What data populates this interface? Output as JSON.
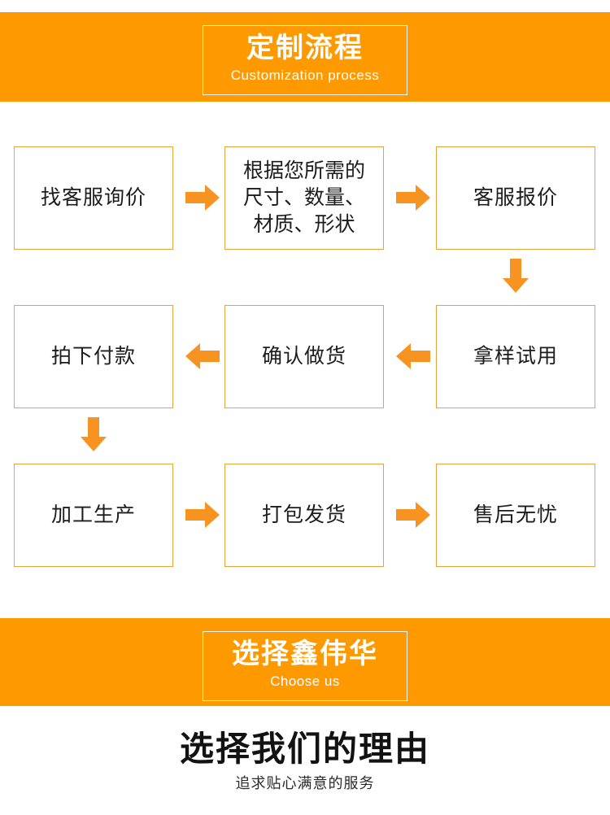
{
  "theme": {
    "orange": "#ff9900",
    "box_border": "#e8a33d",
    "arrow_color": "#f79421",
    "text_dark": "#1c1c1c",
    "banner_text": "#ffffff",
    "page_background": "#ffffff"
  },
  "banners": {
    "top": {
      "title": "定制流程",
      "subtitle": "Customization process"
    },
    "bottom": {
      "title": "选择鑫伟华",
      "subtitle": "Choose us"
    }
  },
  "flow": {
    "steps": [
      {
        "id": "step-1",
        "label": "找客服询价"
      },
      {
        "id": "step-2",
        "label": "根据您所需的尺寸、数量、材质、形状",
        "lines": [
          "根据您所需的",
          "尺寸、数量、",
          "材质、形状"
        ]
      },
      {
        "id": "step-3",
        "label": "客服报价"
      },
      {
        "id": "step-4",
        "label": "拿样试用"
      },
      {
        "id": "step-5",
        "label": "确认做货"
      },
      {
        "id": "step-6",
        "label": "拍下付款"
      },
      {
        "id": "step-7",
        "label": "加工生产"
      },
      {
        "id": "step-8",
        "label": "打包发货"
      },
      {
        "id": "step-9",
        "label": "售后无忧"
      }
    ],
    "connectors": [
      {
        "id": "arrow-1-2",
        "icon": "arrow-right-icon",
        "direction": "right",
        "from": "找客服询价",
        "to": "根据您所需的尺寸、数量、材质、形状"
      },
      {
        "id": "arrow-2-3",
        "icon": "arrow-right-icon",
        "direction": "right",
        "from": "根据您所需的尺寸、数量、材质、形状",
        "to": "客服报价"
      },
      {
        "id": "arrow-3-4",
        "icon": "arrow-down-icon",
        "direction": "down",
        "from": "客服报价",
        "to": "拿样试用"
      },
      {
        "id": "arrow-5-4",
        "icon": "arrow-left-icon",
        "direction": "left",
        "from": "拿样试用",
        "to": "确认做货"
      },
      {
        "id": "arrow-6-5",
        "icon": "arrow-left-icon",
        "direction": "left",
        "from": "确认做货",
        "to": "拍下付款"
      },
      {
        "id": "arrow-6-7",
        "icon": "arrow-down-icon",
        "direction": "down",
        "from": "拍下付款",
        "to": "加工生产"
      },
      {
        "id": "arrow-7-8",
        "icon": "arrow-right-icon",
        "direction": "right",
        "from": "加工生产",
        "to": "打包发货"
      },
      {
        "id": "arrow-8-9",
        "icon": "arrow-right-icon",
        "direction": "right",
        "from": "打包发货",
        "to": "售后无忧"
      }
    ]
  },
  "reasons": {
    "heading": "选择我们的理由",
    "subheading": "追求贴心满意的服务"
  }
}
